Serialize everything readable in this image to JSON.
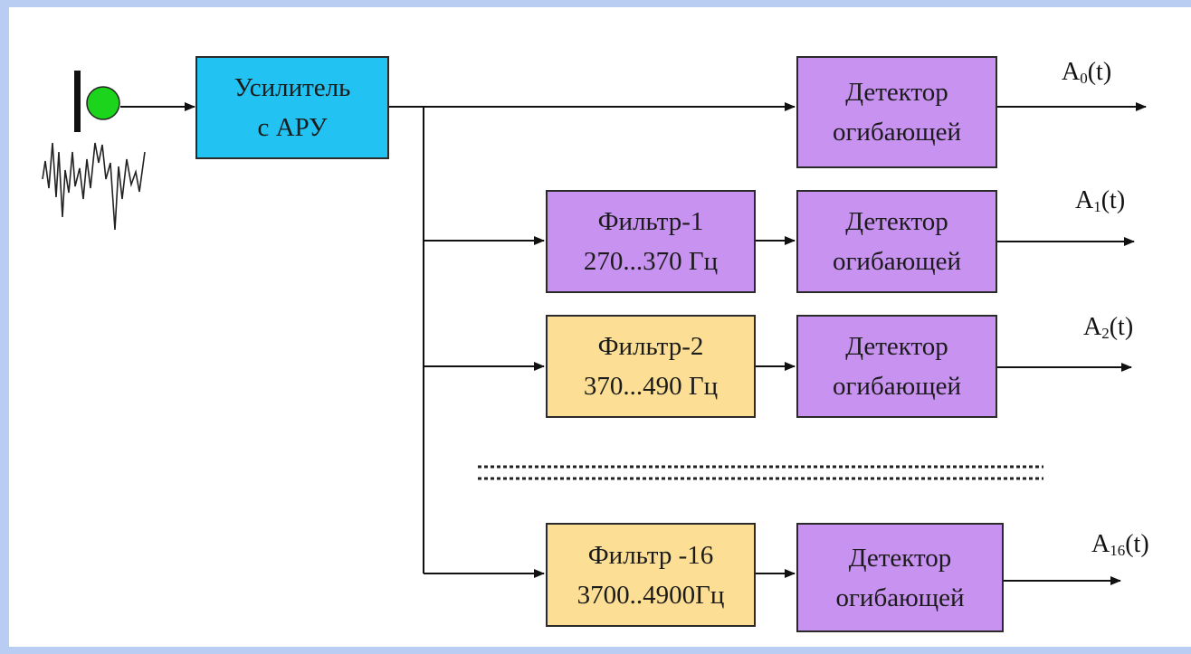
{
  "colors": {
    "page_border": "#b9cdf2",
    "amplifier": "#22c3f2",
    "detector": "#c792f0",
    "filter_first": "#c792f0",
    "filter_other": "#fcdf95",
    "mic_head": "#1dd41d"
  },
  "amplifier": {
    "line1": "Усилитель",
    "line2": "с  АРУ"
  },
  "detector": {
    "line1": "Детектор",
    "line2": "огибающей"
  },
  "filters": [
    {
      "line1": "Фильтр-1",
      "line2": "270...370 Гц"
    },
    {
      "line1": "Фильтр-2",
      "line2": "370...490 Гц"
    },
    {
      "line1": "Фильтр -16",
      "line2": "3700..4900Гц"
    }
  ],
  "outputs": [
    {
      "base": "A",
      "index": "0",
      "suffix": "(t)"
    },
    {
      "base": "A",
      "index": "1",
      "suffix": "(t)"
    },
    {
      "base": "A",
      "index": "2",
      "suffix": "(t)"
    },
    {
      "base": "A",
      "index": "16",
      "suffix": "(t)"
    }
  ],
  "icons": {
    "microphone": "microphone-icon",
    "waveform": "speech-waveform-icon"
  }
}
